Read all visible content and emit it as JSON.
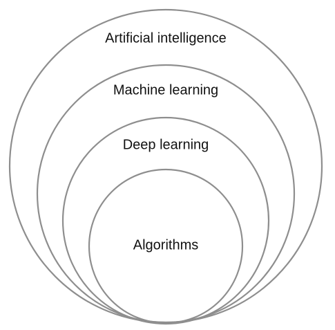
{
  "diagram": {
    "type": "nested-circles",
    "stroke_color": "#8e8e8e",
    "text_color": "#111111",
    "background": "#ffffff",
    "rings": [
      {
        "label": "Artificial intelligence"
      },
      {
        "label": "Machine learning"
      },
      {
        "label": "Deep learning"
      },
      {
        "label": "Algorithms"
      }
    ]
  }
}
